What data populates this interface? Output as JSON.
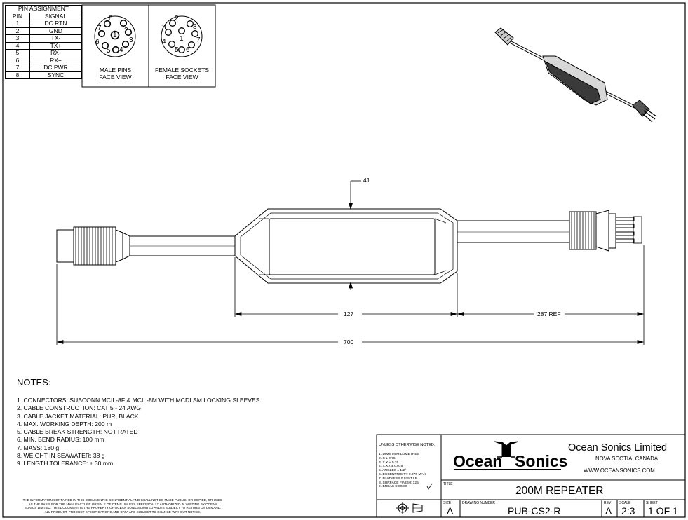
{
  "pin_assignment": {
    "title": "PIN ASSIGNMENT",
    "headers": [
      "PIN",
      "SIGNAL"
    ],
    "rows": [
      [
        "1",
        "DC RTN"
      ],
      [
        "2",
        "GND"
      ],
      [
        "3",
        "TX-"
      ],
      [
        "4",
        "TX+"
      ],
      [
        "5",
        "RX-"
      ],
      [
        "6",
        "RX+"
      ],
      [
        "7",
        "DC PWR"
      ],
      [
        "8",
        "SYNC"
      ]
    ]
  },
  "connector_views": {
    "male": {
      "label_line1": "MALE PINS",
      "label_line2": "FACE VIEW",
      "pins": [
        "1",
        "2",
        "3",
        "4",
        "5",
        "6",
        "7",
        "8"
      ]
    },
    "female": {
      "label_line1": "FEMALE SOCKETS",
      "label_line2": "FACE VIEW",
      "pins": [
        "1",
        "2",
        "3",
        "4",
        "5",
        "6",
        "7",
        "8"
      ]
    }
  },
  "dimensions": {
    "height": "41",
    "body_length": "127",
    "tail_length": "287 REF",
    "overall_length": "700"
  },
  "notes": {
    "title": "NOTES:",
    "items": [
      "1. CONNECTORS: SUBCONN MCIL-8F & MCIL-8M WITH MCDLSM LOCKING SLEEVES",
      "2. CABLE CONSTRUCTION: CAT 5 - 24 AWG",
      "3. CABLE JACKET MATERIAL: PUR, BLACK",
      "4. MAX. WORKING DEPTH: 200 m",
      "5. CABLE BREAK STRENGTH: NOT RATED",
      "6. MIN. BEND RADIUS: 100 mm",
      "7. MASS: 180 g",
      "8. WEIGHT IN SEAWATER: 38 g",
      "9. LENGTH TOLERANCE: ± 30 mm"
    ]
  },
  "disclaimer": {
    "line1": "THE INFORMATION CONTAINED IN THIS DOCUMENT IS CONFIDENTIAL AND SHALL NOT BE MADE PUBLIC, OR COPIED, OR USED",
    "line2": "AS THE BASIS FOR THE MANUFACTURE OR SALE OF ITEMS UNLESS SPECIFICALLY AUTHORIZED IN WRITING BY OCEAN",
    "line3": "SONICS LIMITED. THIS DOCUMENT IS THE PROPERTY OF OCEAN SONICS LIMITED AND IS SUBJECT TO RETURN ON DEMAND.",
    "line4": "ALL PRODUCT, PRODUCT SPECIFICATIONS AND DATA ARE SUBJECT TO CHANGE WITHOUT NOTICE."
  },
  "tolerances": {
    "header": "UNLESS OTHERWISE NOTED:",
    "items": [
      "1. DIMS IN MILLIMETRES",
      "2. X  ± 0.75",
      "3. X.X  ± 0.25",
      "4. X.XX ± 0.075",
      "5. ANGLES ± 1/2°",
      "6. ECCENTRICITY 0.075 MAX",
      "7. FLATNESS 0.075 T.I.R.",
      "8. SURFACE FINISH: 125",
      "9. BREAK EDGES"
    ]
  },
  "title_block": {
    "logo_left": "Ocean",
    "logo_right": "Sonics",
    "company": "Ocean Sonics Limited",
    "location": "NOVA SCOTIA, CANADA",
    "website": "WWW.OCEANSONICS.COM",
    "title_label": "TITLE",
    "title": "200M REPEATER",
    "size_label": "SIZE",
    "size": "A",
    "drawing_number_label": "DRAWING NUMBER",
    "drawing_number": "PUB-CS2-R",
    "rev_label": "REV",
    "rev": "A",
    "scale_label": "SCALE",
    "scale": "2:3",
    "sheet_label": "SHEET",
    "sheet": "1 OF 1"
  }
}
